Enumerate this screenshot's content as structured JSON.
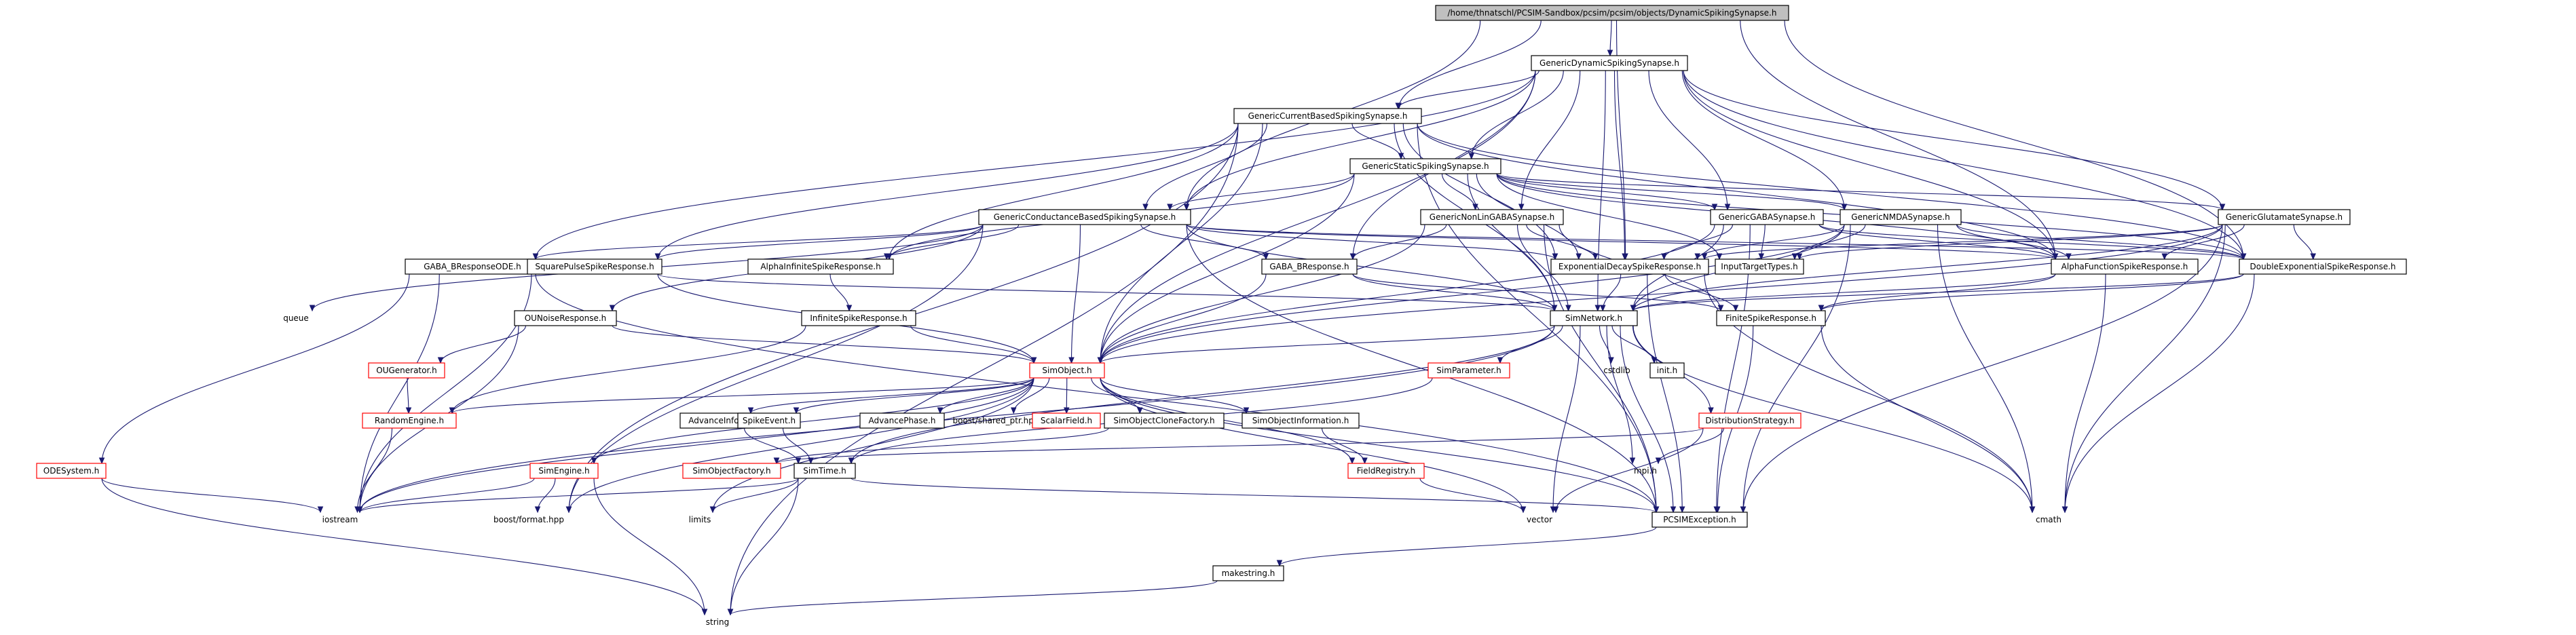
{
  "graph": {
    "root": "n0",
    "nodes": [
      {
        "id": "n0",
        "label": "/home/thnatschl/PCSIM-Sandbox/pcsim/pcsim/objects/DynamicSpikingSynapse.h",
        "style": "root"
      },
      {
        "id": "n1",
        "label": "GenericDynamicSpikingSynapse.h",
        "style": "black"
      },
      {
        "id": "n2",
        "label": "GenericCurrentBasedSpikingSynapse.h",
        "style": "black"
      },
      {
        "id": "n3",
        "label": "GenericStaticSpikingSynapse.h",
        "style": "black"
      },
      {
        "id": "n4",
        "label": "GenericConductanceBasedSpikingSynapse.h",
        "style": "black"
      },
      {
        "id": "n5",
        "label": "GenericNonLinGABASynapse.h",
        "style": "black"
      },
      {
        "id": "n6",
        "label": "GenericGABASynapse.h",
        "style": "black"
      },
      {
        "id": "n7",
        "label": "GenericNMDASynapse.h",
        "style": "black"
      },
      {
        "id": "n8",
        "label": "GenericGlutamateSynapse.h",
        "style": "black"
      },
      {
        "id": "n9",
        "label": "GABA_BResponseODE.h",
        "style": "black"
      },
      {
        "id": "n10",
        "label": "SquarePulseSpikeResponse.h",
        "style": "black"
      },
      {
        "id": "n11",
        "label": "AlphaInfiniteSpikeResponse.h",
        "style": "black"
      },
      {
        "id": "n12",
        "label": "GABA_BResponse.h",
        "style": "black"
      },
      {
        "id": "n13",
        "label": "ExponentialDecaySpikeResponse.h",
        "style": "black"
      },
      {
        "id": "n14",
        "label": "InputTargetTypes.h",
        "style": "black"
      },
      {
        "id": "n15",
        "label": "AlphaFunctionSpikeResponse.h",
        "style": "black"
      },
      {
        "id": "n16",
        "label": "DoubleExponentialSpikeResponse.h",
        "style": "black"
      },
      {
        "id": "n17",
        "label": "queue",
        "style": "plain"
      },
      {
        "id": "n18",
        "label": "SimNetwork.h",
        "style": "black"
      },
      {
        "id": "n19",
        "label": "FiniteSpikeResponse.h",
        "style": "black"
      },
      {
        "id": "n20",
        "label": "OUNoiseResponse.h",
        "style": "black"
      },
      {
        "id": "n21",
        "label": "InfiniteSpikeResponse.h",
        "style": "black"
      },
      {
        "id": "n22",
        "label": "OUGenerator.h",
        "style": "red"
      },
      {
        "id": "n23",
        "label": "SimObject.h",
        "style": "red"
      },
      {
        "id": "n24",
        "label": "SimParameter.h",
        "style": "red"
      },
      {
        "id": "n25",
        "label": "cstdlib",
        "style": "plain"
      },
      {
        "id": "n26",
        "label": "init.h",
        "style": "black"
      },
      {
        "id": "n27",
        "label": "RandomEngine.h",
        "style": "red"
      },
      {
        "id": "n28",
        "label": "AdvanceInfo.h",
        "style": "black"
      },
      {
        "id": "n29",
        "label": "SpikeEvent.h",
        "style": "black"
      },
      {
        "id": "n30",
        "label": "AdvancePhase.h",
        "style": "black"
      },
      {
        "id": "n31",
        "label": "boost/shared_ptr.hpp",
        "style": "plain"
      },
      {
        "id": "n32",
        "label": "ScalarField.h",
        "style": "red"
      },
      {
        "id": "n33",
        "label": "SimObjectCloneFactory.h",
        "style": "black"
      },
      {
        "id": "n34",
        "label": "SimObjectInformation.h",
        "style": "black"
      },
      {
        "id": "n35",
        "label": "DistributionStrategy.h",
        "style": "red"
      },
      {
        "id": "n36",
        "label": "ODESystem.h",
        "style": "red"
      },
      {
        "id": "n37",
        "label": "SimEngine.h",
        "style": "red"
      },
      {
        "id": "n38",
        "label": "SimObjectFactory.h",
        "style": "red"
      },
      {
        "id": "n39",
        "label": "SimTime.h",
        "style": "black"
      },
      {
        "id": "n40",
        "label": "FieldRegistry.h",
        "style": "red"
      },
      {
        "id": "n41",
        "label": "mpi.h",
        "style": "plain"
      },
      {
        "id": "n42",
        "label": "iostream",
        "style": "plain"
      },
      {
        "id": "n43",
        "label": "boost/format.hpp",
        "style": "plain"
      },
      {
        "id": "n44",
        "label": "limits",
        "style": "plain"
      },
      {
        "id": "n45",
        "label": "vector",
        "style": "plain"
      },
      {
        "id": "n46",
        "label": "PCSIMException.h",
        "style": "black"
      },
      {
        "id": "n47",
        "label": "cmath",
        "style": "plain"
      },
      {
        "id": "n48",
        "label": "makestring.h",
        "style": "black"
      },
      {
        "id": "n49",
        "label": "string",
        "style": "plain"
      }
    ],
    "edges": [
      [
        "n0",
        "n1"
      ],
      [
        "n0",
        "n2"
      ],
      [
        "n0",
        "n4"
      ],
      [
        "n0",
        "n13"
      ],
      [
        "n0",
        "n15"
      ],
      [
        "n0",
        "n16"
      ],
      [
        "n1",
        "n2"
      ],
      [
        "n1",
        "n3"
      ],
      [
        "n1",
        "n4"
      ],
      [
        "n1",
        "n5"
      ],
      [
        "n1",
        "n6"
      ],
      [
        "n1",
        "n7"
      ],
      [
        "n1",
        "n8"
      ],
      [
        "n1",
        "n9"
      ],
      [
        "n1",
        "n12"
      ],
      [
        "n1",
        "n13"
      ],
      [
        "n1",
        "n15"
      ],
      [
        "n1",
        "n16"
      ],
      [
        "n1",
        "n18"
      ],
      [
        "n1",
        "n23"
      ],
      [
        "n2",
        "n3"
      ],
      [
        "n2",
        "n4"
      ],
      [
        "n2",
        "n10"
      ],
      [
        "n2",
        "n11"
      ],
      [
        "n2",
        "n13"
      ],
      [
        "n2",
        "n15"
      ],
      [
        "n2",
        "n16"
      ],
      [
        "n2",
        "n18"
      ],
      [
        "n2",
        "n23"
      ],
      [
        "n2",
        "n43"
      ],
      [
        "n2",
        "n46"
      ],
      [
        "n2",
        "n49"
      ],
      [
        "n3",
        "n4"
      ],
      [
        "n3",
        "n5"
      ],
      [
        "n3",
        "n6"
      ],
      [
        "n3",
        "n7"
      ],
      [
        "n3",
        "n8"
      ],
      [
        "n3",
        "n11"
      ],
      [
        "n3",
        "n13"
      ],
      [
        "n3",
        "n14"
      ],
      [
        "n3",
        "n15"
      ],
      [
        "n3",
        "n16"
      ],
      [
        "n3",
        "n18"
      ],
      [
        "n3",
        "n23"
      ],
      [
        "n4",
        "n9"
      ],
      [
        "n4",
        "n10"
      ],
      [
        "n4",
        "n11"
      ],
      [
        "n4",
        "n12"
      ],
      [
        "n4",
        "n13"
      ],
      [
        "n4",
        "n15"
      ],
      [
        "n4",
        "n16"
      ],
      [
        "n4",
        "n17"
      ],
      [
        "n4",
        "n18"
      ],
      [
        "n4",
        "n20"
      ],
      [
        "n4",
        "n23"
      ],
      [
        "n4",
        "n43"
      ],
      [
        "n4",
        "n46"
      ],
      [
        "n5",
        "n12"
      ],
      [
        "n5",
        "n13"
      ],
      [
        "n5",
        "n18"
      ],
      [
        "n5",
        "n19"
      ],
      [
        "n5",
        "n23"
      ],
      [
        "n5",
        "n46"
      ],
      [
        "n6",
        "n13"
      ],
      [
        "n6",
        "n14"
      ],
      [
        "n6",
        "n15"
      ],
      [
        "n6",
        "n16"
      ],
      [
        "n6",
        "n18"
      ],
      [
        "n6",
        "n23"
      ],
      [
        "n6",
        "n46"
      ],
      [
        "n7",
        "n13"
      ],
      [
        "n7",
        "n14"
      ],
      [
        "n7",
        "n15"
      ],
      [
        "n7",
        "n16"
      ],
      [
        "n7",
        "n18"
      ],
      [
        "n7",
        "n23"
      ],
      [
        "n7",
        "n46"
      ],
      [
        "n7",
        "n47"
      ],
      [
        "n8",
        "n13"
      ],
      [
        "n8",
        "n14"
      ],
      [
        "n8",
        "n15"
      ],
      [
        "n8",
        "n16"
      ],
      [
        "n8",
        "n18"
      ],
      [
        "n8",
        "n23"
      ],
      [
        "n8",
        "n46"
      ],
      [
        "n8",
        "n47"
      ],
      [
        "n9",
        "n36"
      ],
      [
        "n9",
        "n42"
      ],
      [
        "n9",
        "n46"
      ],
      [
        "n10",
        "n18"
      ],
      [
        "n10",
        "n23"
      ],
      [
        "n10",
        "n42"
      ],
      [
        "n11",
        "n21"
      ],
      [
        "n12",
        "n18"
      ],
      [
        "n12",
        "n19"
      ],
      [
        "n12",
        "n23"
      ],
      [
        "n13",
        "n18"
      ],
      [
        "n13",
        "n19"
      ],
      [
        "n13",
        "n46"
      ],
      [
        "n13",
        "n47"
      ],
      [
        "n15",
        "n18"
      ],
      [
        "n15",
        "n19"
      ],
      [
        "n15",
        "n47"
      ],
      [
        "n16",
        "n18"
      ],
      [
        "n16",
        "n19"
      ],
      [
        "n16",
        "n47"
      ],
      [
        "n18",
        "n23"
      ],
      [
        "n18",
        "n24"
      ],
      [
        "n18",
        "n25"
      ],
      [
        "n18",
        "n26"
      ],
      [
        "n18",
        "n35"
      ],
      [
        "n18",
        "n39"
      ],
      [
        "n18",
        "n41"
      ],
      [
        "n18",
        "n42"
      ],
      [
        "n18",
        "n45"
      ],
      [
        "n18",
        "n46"
      ],
      [
        "n18",
        "n47"
      ],
      [
        "n19",
        "n46"
      ],
      [
        "n19",
        "n47"
      ],
      [
        "n20",
        "n22"
      ],
      [
        "n20",
        "n23"
      ],
      [
        "n20",
        "n42"
      ],
      [
        "n21",
        "n23"
      ],
      [
        "n21",
        "n27"
      ],
      [
        "n22",
        "n27"
      ],
      [
        "n23",
        "n27"
      ],
      [
        "n23",
        "n28"
      ],
      [
        "n23",
        "n29"
      ],
      [
        "n23",
        "n30"
      ],
      [
        "n23",
        "n31"
      ],
      [
        "n23",
        "n32"
      ],
      [
        "n23",
        "n33"
      ],
      [
        "n23",
        "n34"
      ],
      [
        "n23",
        "n37"
      ],
      [
        "n23",
        "n40"
      ],
      [
        "n23",
        "n42"
      ],
      [
        "n23",
        "n43"
      ],
      [
        "n23",
        "n44"
      ],
      [
        "n23",
        "n45"
      ],
      [
        "n23",
        "n46"
      ],
      [
        "n24",
        "n39"
      ],
      [
        "n27",
        "n42"
      ],
      [
        "n28",
        "n39"
      ],
      [
        "n29",
        "n39"
      ],
      [
        "n33",
        "n38"
      ],
      [
        "n34",
        "n40"
      ],
      [
        "n35",
        "n41"
      ],
      [
        "n35",
        "n45"
      ],
      [
        "n35",
        "n38"
      ],
      [
        "n36",
        "n42"
      ],
      [
        "n36",
        "n49"
      ],
      [
        "n37",
        "n42"
      ],
      [
        "n37",
        "n43"
      ],
      [
        "n37",
        "n49"
      ],
      [
        "n39",
        "n42"
      ],
      [
        "n39",
        "n44"
      ],
      [
        "n39",
        "n46"
      ],
      [
        "n39",
        "n49"
      ],
      [
        "n40",
        "n45"
      ],
      [
        "n46",
        "n48"
      ],
      [
        "n48",
        "n49"
      ]
    ]
  }
}
